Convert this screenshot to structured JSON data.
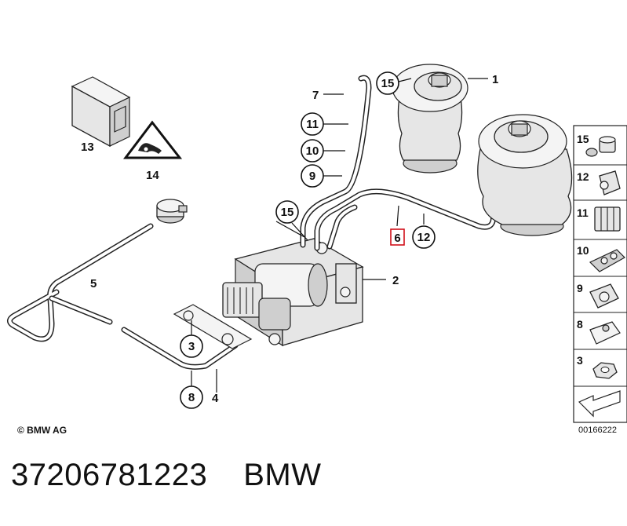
{
  "callouts": {
    "c15_top": "15",
    "c11": "11",
    "c10": "10",
    "c9": "9",
    "c15_mid": "15",
    "c12": "12",
    "c3": "3",
    "c8": "8"
  },
  "plain_labels": {
    "l1": "1",
    "l2": "2",
    "l4": "4",
    "l5": "5",
    "l7": "7",
    "l13": "13",
    "l14": "14",
    "l6": "6"
  },
  "side_panel": [
    "15",
    "12",
    "11",
    "10",
    "9",
    "8",
    "3"
  ],
  "copyright": "© BMW AG",
  "doc_number": "00166222",
  "footer": {
    "part_number": "37206781223",
    "brand": "BMW"
  },
  "colors": {
    "highlight_box": "#d0101a"
  }
}
